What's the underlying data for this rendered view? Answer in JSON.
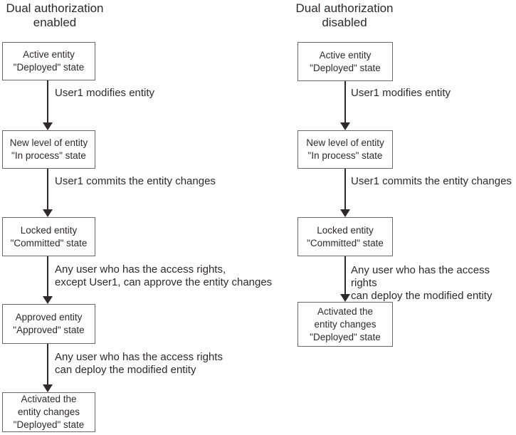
{
  "diagram": {
    "columns": [
      {
        "title": "Dual authorization\nenabled",
        "boxes": [
          "Active entity\n\"Deployed\" state",
          "New level of entity\n\"In process\" state",
          "Locked entity\n\"Committed\" state",
          "Approved entity\n\"Approved\" state",
          "Activated the\nentity changes\n\"Deployed\" state"
        ],
        "arrow_labels": [
          "User1 modifies entity",
          "User1 commits the entity changes",
          "Any user who has the access rights,\nexcept User1, can approve the entity changes",
          "Any user who has the access rights\ncan deploy the modified entity"
        ]
      },
      {
        "title": "Dual authorization\ndisabled",
        "boxes": [
          "Active entity\n\"Deployed\" state",
          "New level of entity\n\"In process\" state",
          "Locked entity\n\"Committed\" state",
          "Activated the\nentity changes\n\"Deployed\" state"
        ],
        "arrow_labels": [
          "User1 modifies entity",
          "User1 commits the entity changes",
          "Any user who has the access rights\ncan deploy the modified entity"
        ]
      }
    ],
    "colors": {
      "background": "#ffffff",
      "box_border": "#696969",
      "box_fill": "#ffffff",
      "text": "#2e2a2b",
      "arrow": "#2e2a2b"
    }
  }
}
